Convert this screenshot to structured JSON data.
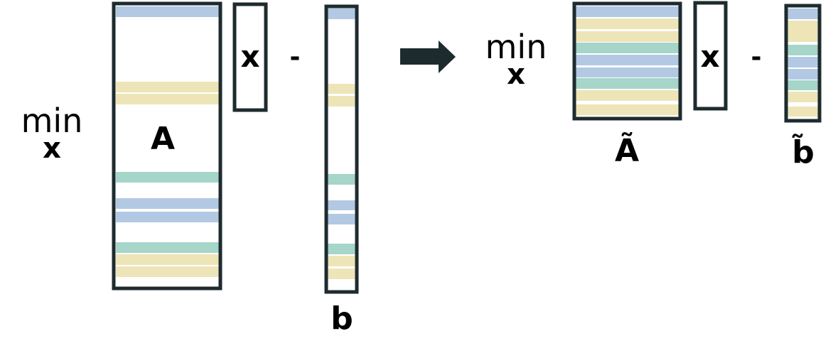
{
  "colors": {
    "blue": "#b3c9e3",
    "yellow": "#ede5b8",
    "green": "#a6d5c9",
    "border": "#1e2b2e",
    "arrow": "#1e2b2e"
  },
  "left": {
    "min_label": "min",
    "min_var": "x",
    "matrix_label": "A",
    "vector_x_label": "x",
    "minus": "-",
    "vector_b_label": "b",
    "row_colors": [
      "blue",
      "yellow",
      "yellow",
      "green",
      "blue",
      "blue",
      "green",
      "yellow",
      "yellow"
    ]
  },
  "right": {
    "min_label": "min",
    "min_var": "x",
    "matrix_label": "Ã",
    "vector_x_label": "x",
    "minus": "-",
    "vector_b_label": "b̃",
    "row_colors": [
      "blue",
      "yellow",
      "yellow",
      "green",
      "blue",
      "blue",
      "green",
      "yellow",
      "yellow"
    ]
  }
}
